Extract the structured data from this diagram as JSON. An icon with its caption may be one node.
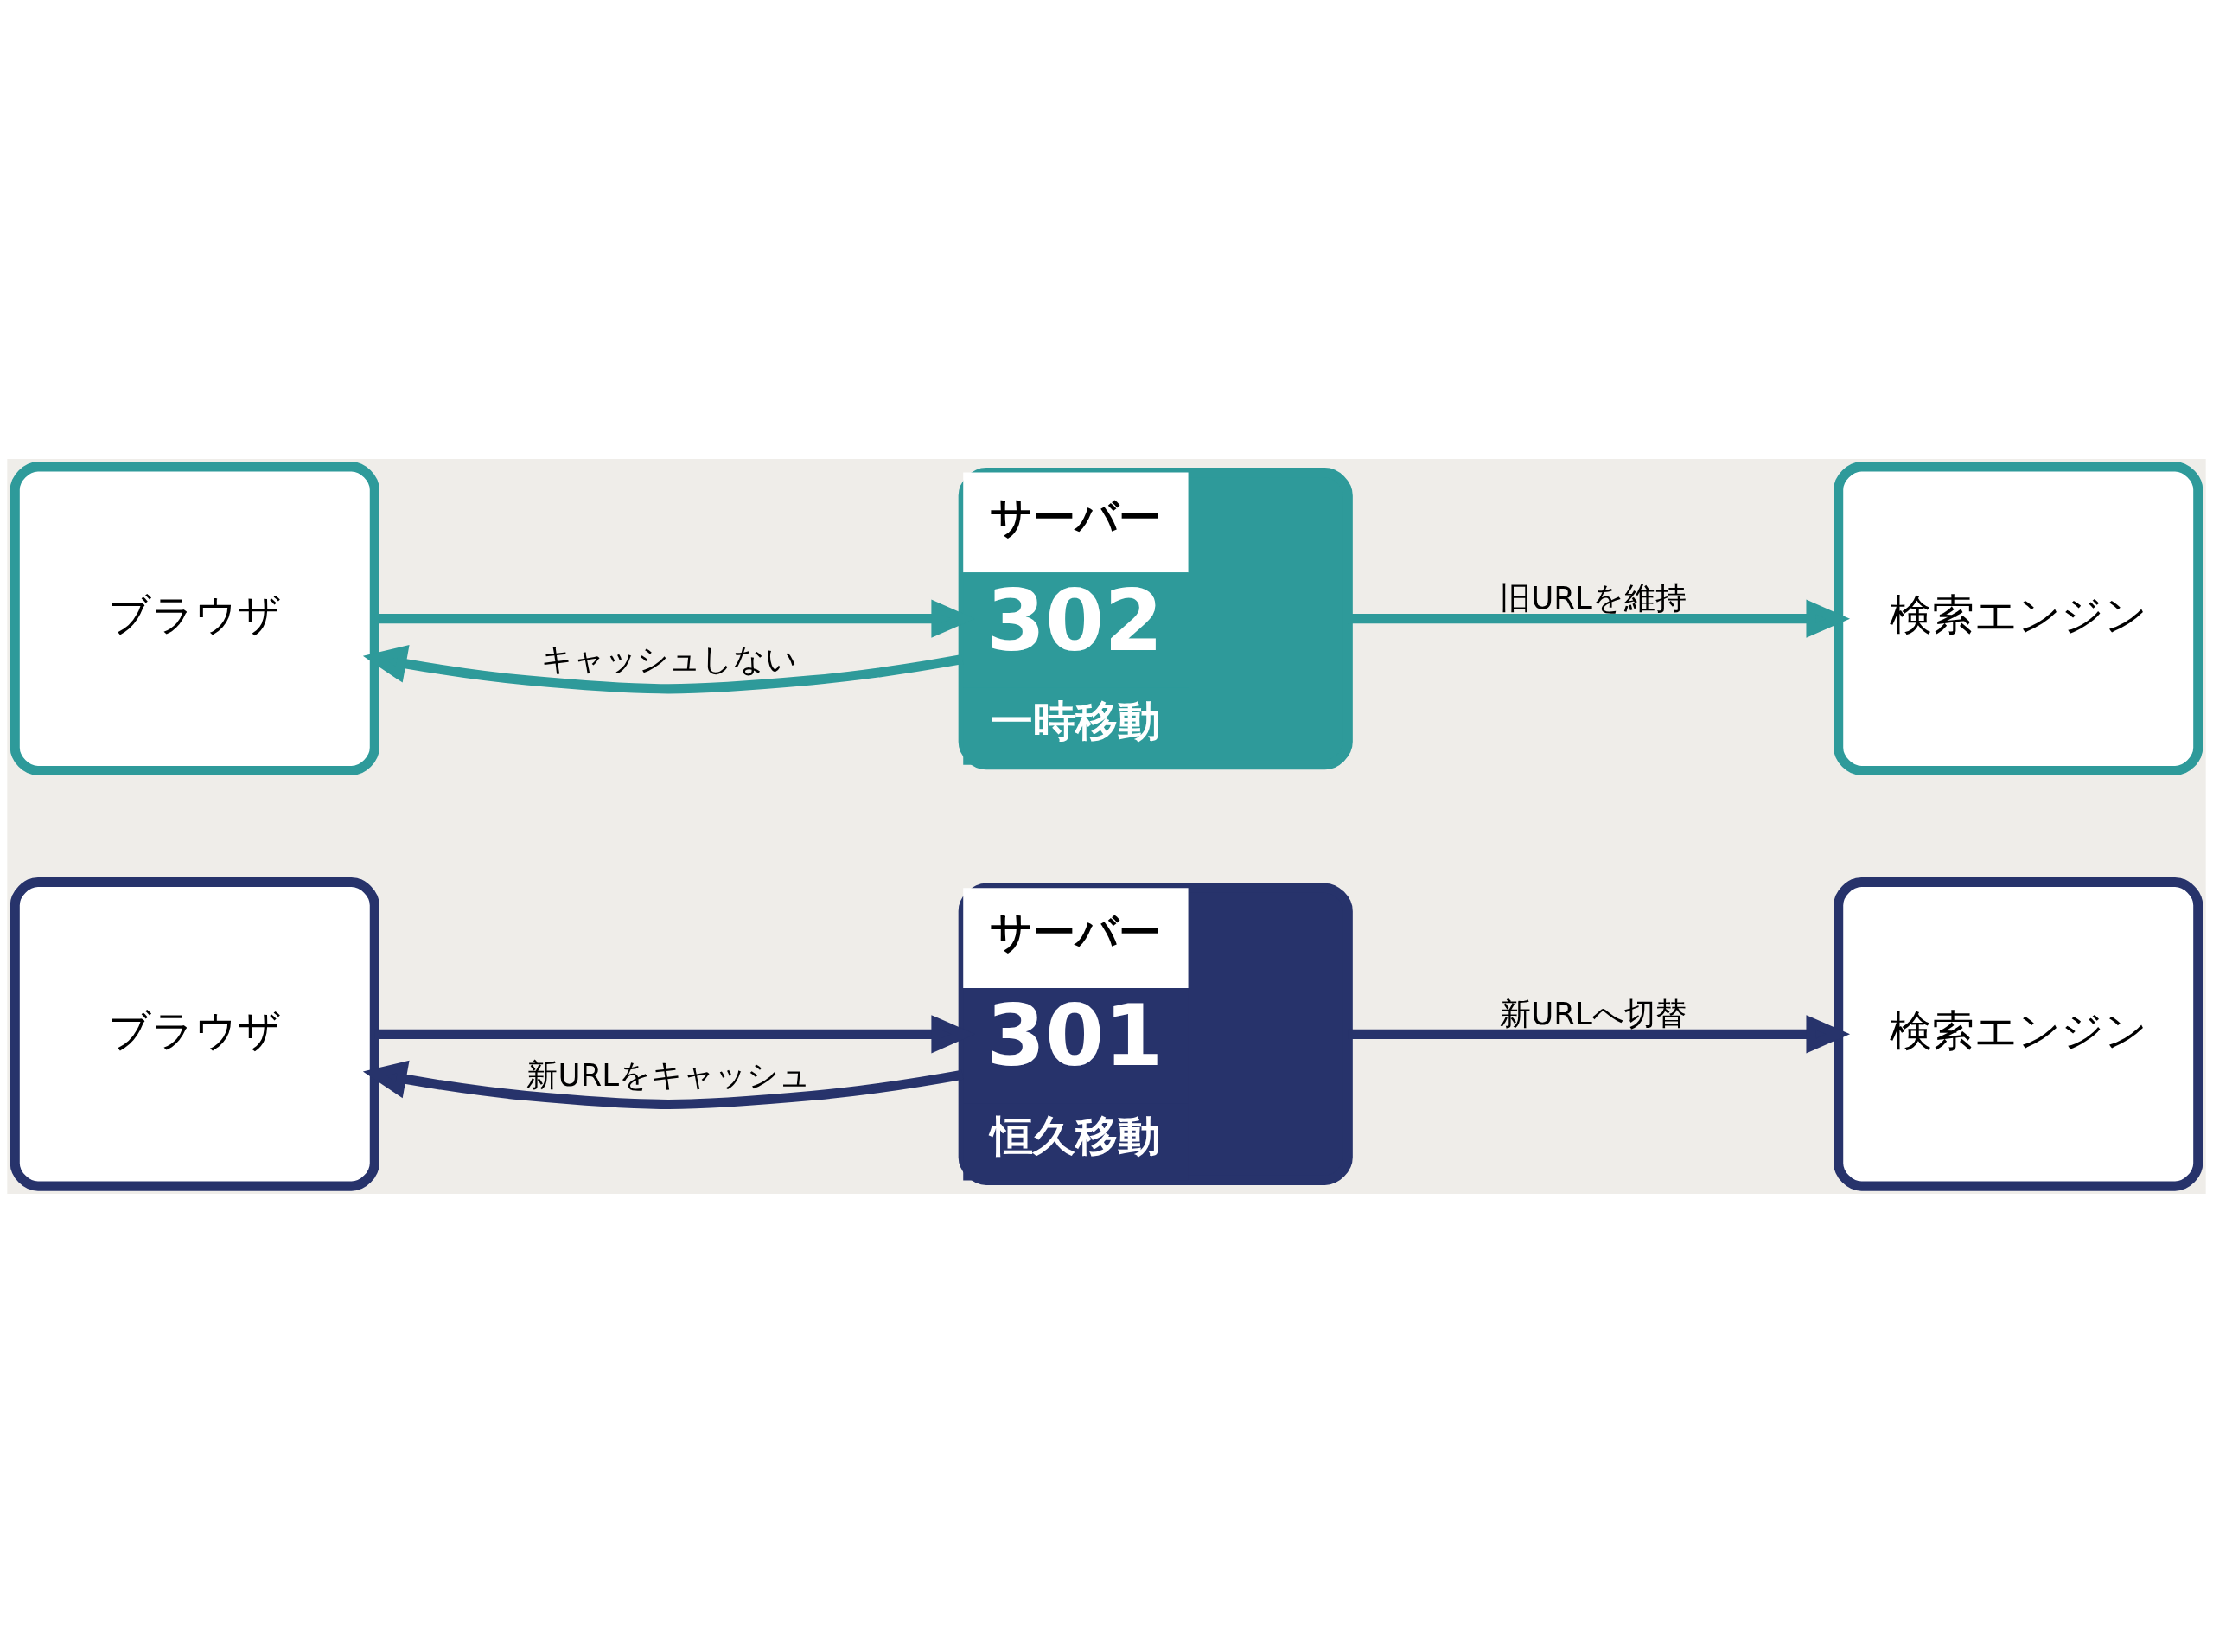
{
  "diagram": {
    "nodes": [
      {
        "text": [
          "ブラウザ"
        ]
      },
      {
        "text": [
          "サーバー",
          "301",
          "恒久移動"
        ]
      },
      {
        "text": [
          "検索エンジン"
        ]
      },
      {
        "text": [
          "ブラウザ"
        ]
      },
      {
        "text": [
          "サーバー",
          "302",
          "一時移動"
        ]
      },
      {
        "text": [
          "検索エンジン"
        ]
      }
    ],
    "edges": [
      {
        "from": 0,
        "to": 1,
        "arrow": "to",
        "color": "#27336b"
      },
      {
        "from": 1,
        "to": 0,
        "arrow": "to",
        "label": "新URLをキャッシュ",
        "color": "#27336b"
      },
      {
        "from": 1,
        "to": 2,
        "arrow": "to",
        "label": "新URLへ切替",
        "color": "#27336b"
      },
      {
        "from": 3,
        "to": 4,
        "arrow": "to",
        "color": "#2e9a9a"
      },
      {
        "from": 4,
        "to": 3,
        "arrow": "to",
        "label": "キャッシュしない",
        "color": "#2e9a9a"
      },
      {
        "from": 4,
        "to": 5,
        "arrow": "to",
        "label": "旧URLを維持",
        "color": "#2e9a9a"
      }
    ]
  }
}
